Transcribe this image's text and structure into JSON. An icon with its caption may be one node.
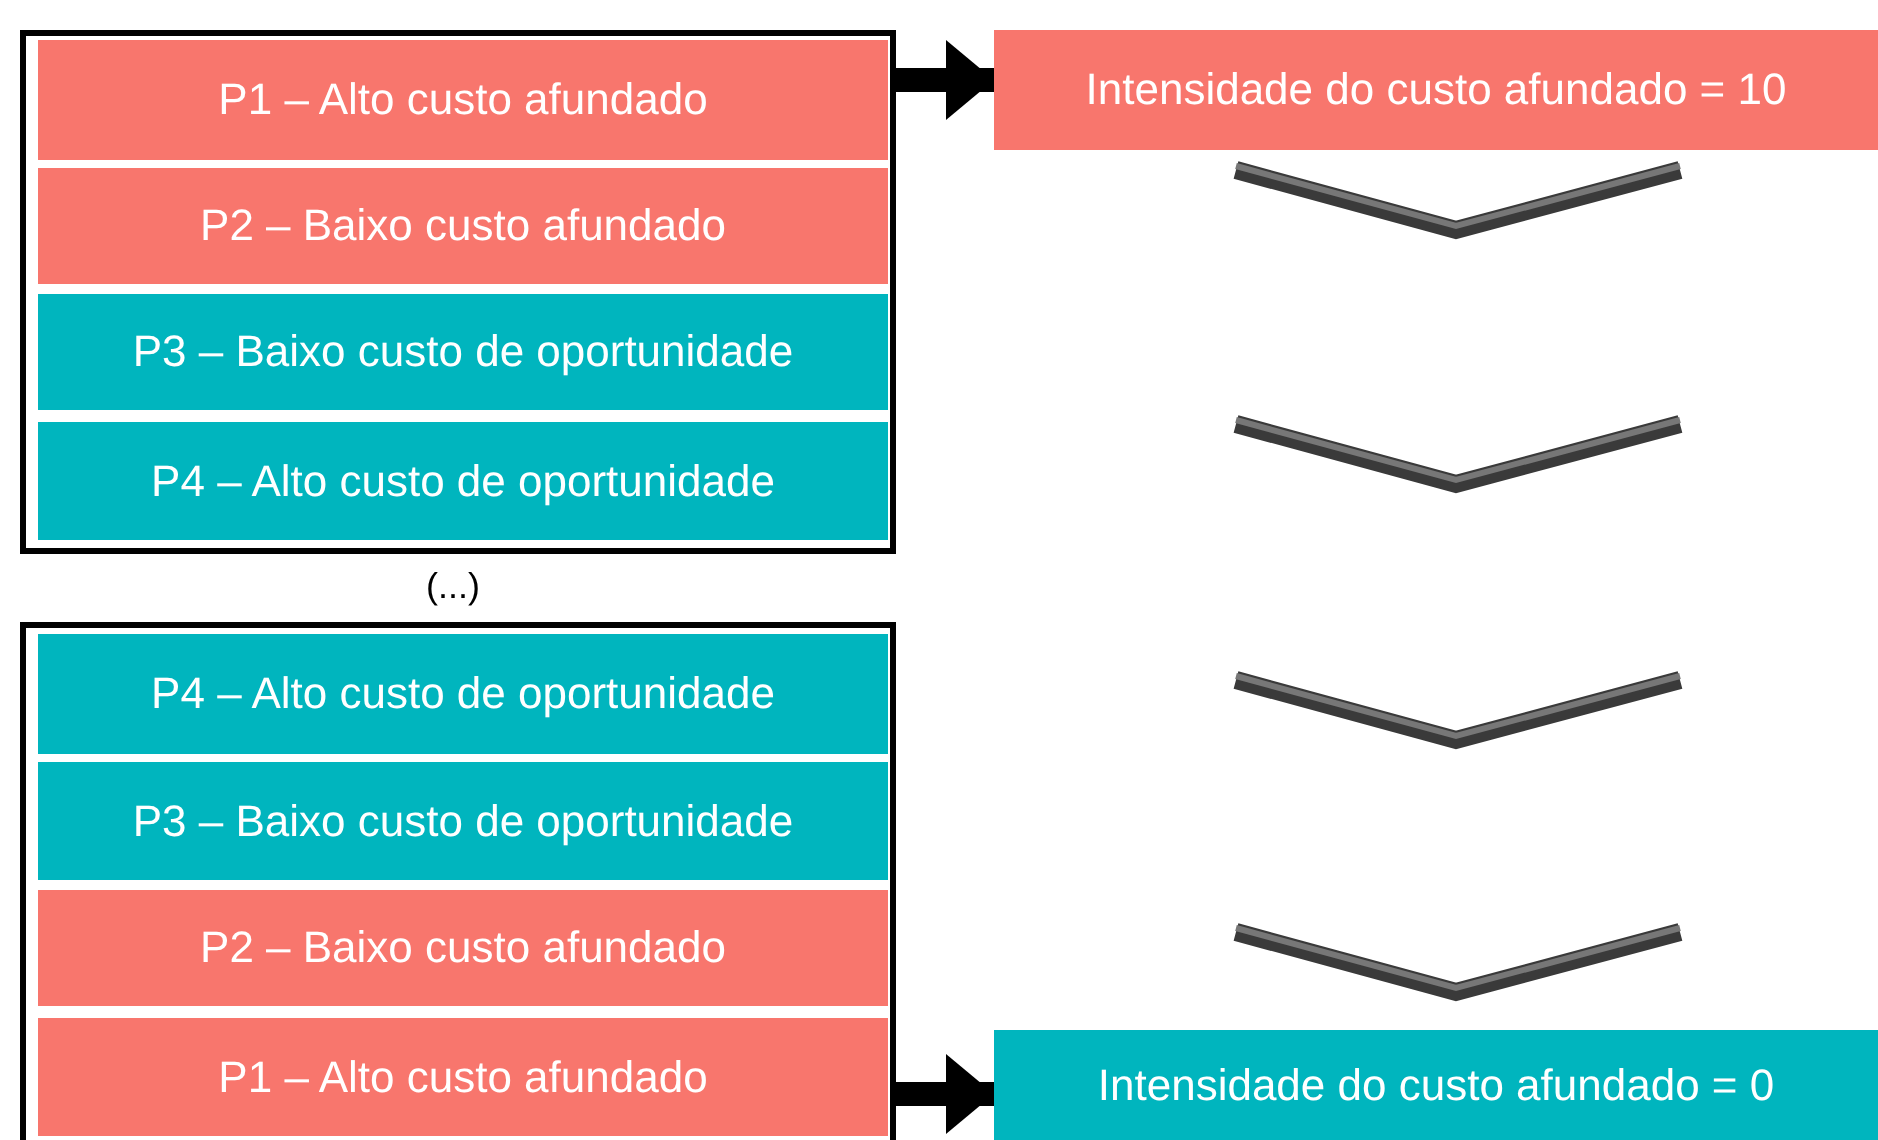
{
  "diagram": {
    "nodes": [
      {
        "text": [],
        "shape": "box"
      },
      {
        "text": [
          "P1 – Alto custo afundado"
        ],
        "in": 0
      },
      {
        "text": [
          "P2 – Baixo custo afundado"
        ],
        "in": 0
      },
      {
        "text": [
          "P3 – Baixo custo de oportunidade"
        ],
        "in": 0
      },
      {
        "text": [
          "P4 – Alto custo de oportunidade"
        ],
        "in": 0
      },
      {
        "text": [],
        "shape": "box"
      },
      {
        "text": [
          "P4 – Alto custo de oportunidade"
        ],
        "in": 5
      },
      {
        "text": [
          "P3 – Baixo custo de oportunidade"
        ],
        "in": 5
      },
      {
        "text": [
          "P2 – Baixo custo afundado"
        ],
        "in": 5
      },
      {
        "text": [
          "P1 – Alto custo afundado"
        ],
        "in": 5
      },
      {
        "text": [
          "Intensidade do custo afundado = 10"
        ]
      },
      {
        "text": [
          "Intensidade do custo afundado = 0"
        ]
      }
    ],
    "edges": [
      {
        "from": 0,
        "to": 10,
        "arrow": "to"
      },
      {
        "from": 5,
        "to": 11,
        "arrow": "to"
      }
    ],
    "labels": [
      "(...)"
    ]
  }
}
